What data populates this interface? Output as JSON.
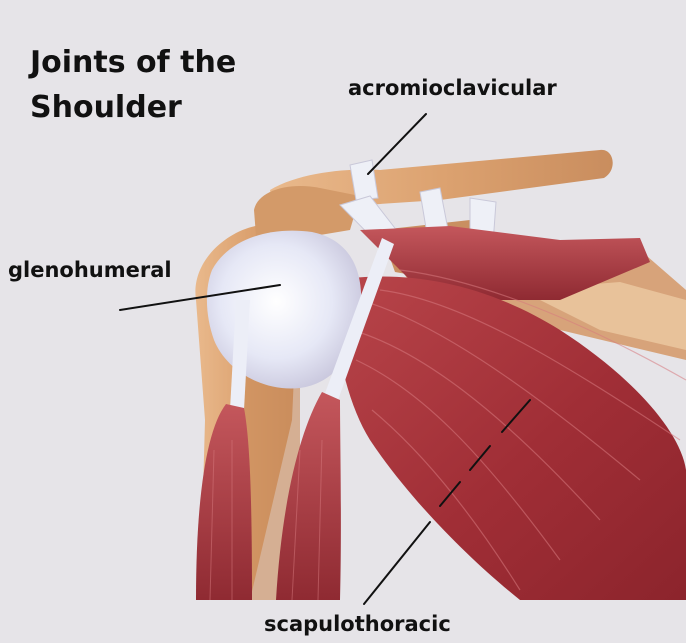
{
  "title": {
    "line1": "Joints of the",
    "line2": "Shoulder"
  },
  "labels": {
    "acromioclavicular": "acromioclavicular",
    "glenohumeral": "glenohumeral",
    "scapulothoracic": "scapulothoracic"
  },
  "colors": {
    "background": "#e6e4e8",
    "muscle": "#a8323a",
    "bone": "#dfa777",
    "cartilage": "#eef0f8",
    "text": "#111111"
  }
}
